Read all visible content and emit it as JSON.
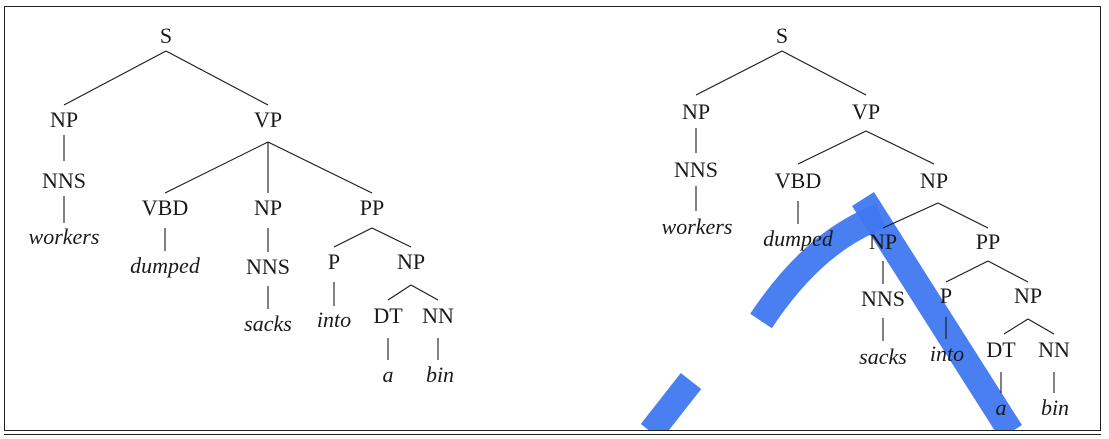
{
  "trees": [
    {
      "id": "left",
      "nodes": {
        "S": "S",
        "NP1": "NP",
        "VP": "VP",
        "NNS1": "NNS",
        "workers": "workers",
        "VBD": "VBD",
        "dumped": "dumped",
        "NP2": "NP",
        "NNS2": "NNS",
        "sacks": "sacks",
        "PP": "PP",
        "P": "P",
        "into": "into",
        "NP3": "NP",
        "DT": "DT",
        "NN": "NN",
        "a": "a",
        "bin": "bin"
      }
    },
    {
      "id": "right",
      "nodes": {
        "S": "S",
        "NP1": "NP",
        "VP": "VP",
        "NNS1": "NNS",
        "workers": "workers",
        "VBD": "VBD",
        "dumped": "dumped",
        "NP2": "NP",
        "NP3": "NP",
        "NNS2": "NNS",
        "sacks": "sacks",
        "PP": "PP",
        "P": "P",
        "into": "into",
        "NP4": "NP",
        "DT": "DT",
        "NN": "NN",
        "a": "a",
        "bin": "bin"
      }
    }
  ],
  "colors": {
    "ink": "#1a1a1a",
    "watermark": "#3f78f0"
  }
}
